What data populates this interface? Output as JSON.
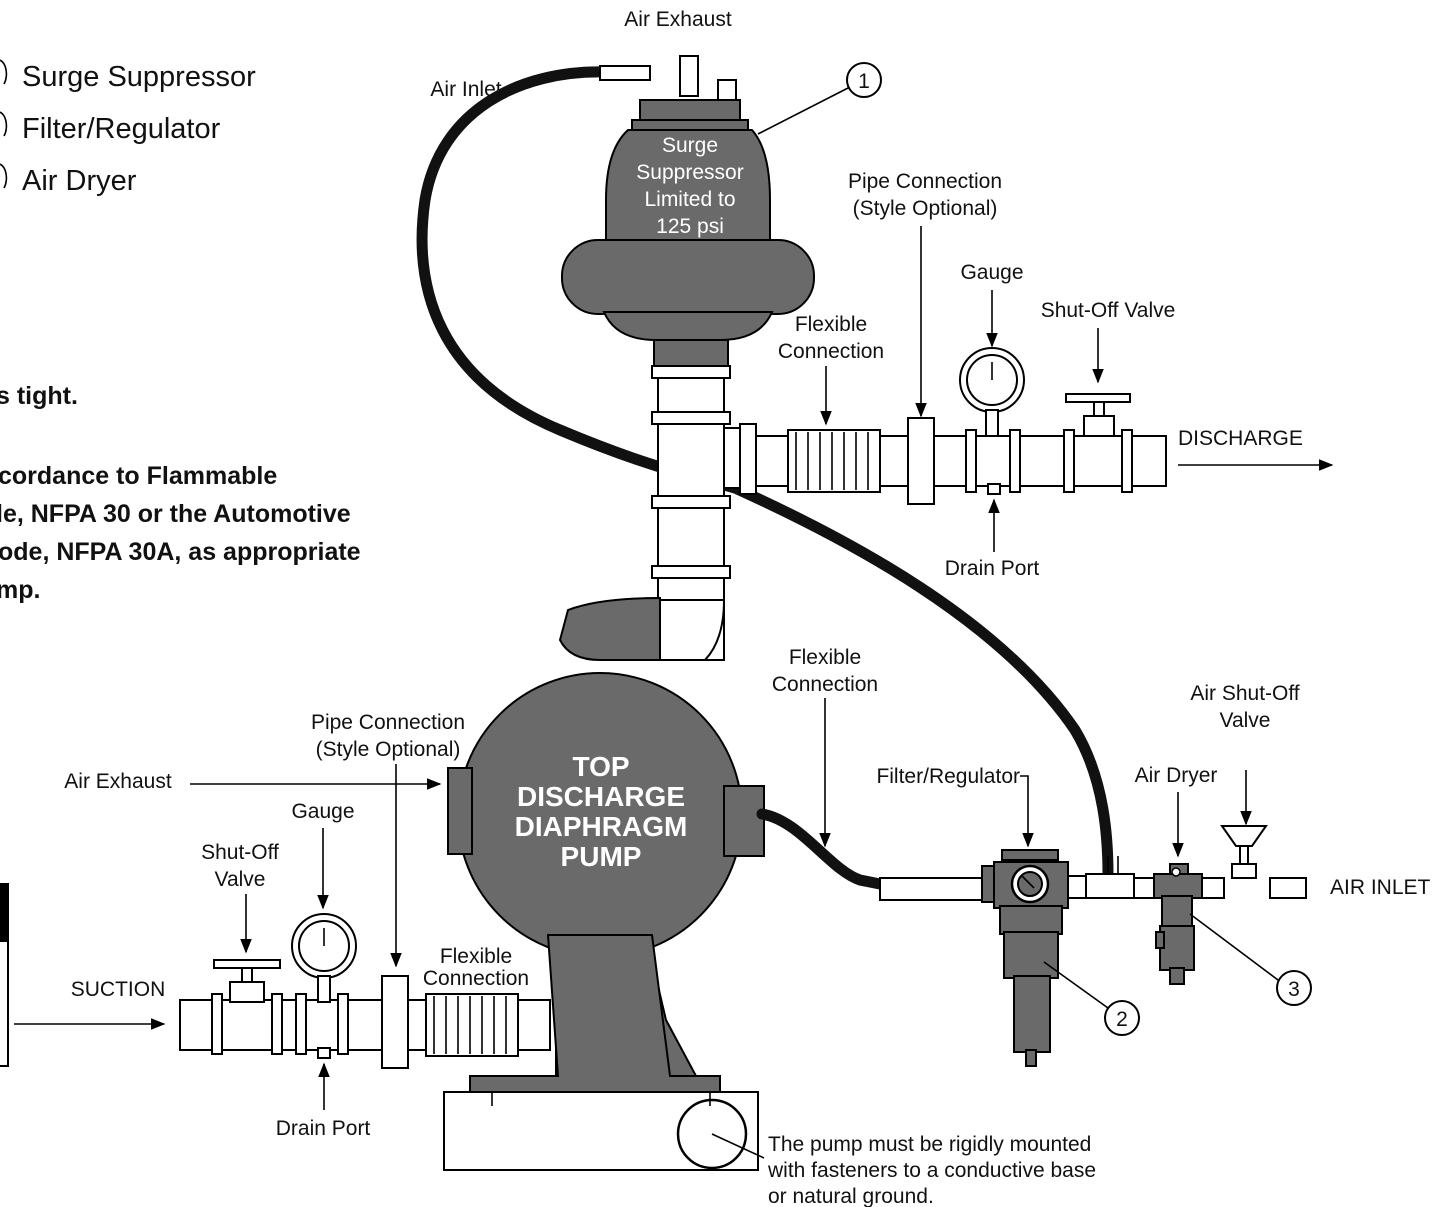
{
  "legend": {
    "items": [
      {
        "label": "Surge Suppressor"
      },
      {
        "label": "Filter/Regulator"
      },
      {
        "label": "Air Dryer"
      }
    ]
  },
  "notes": {
    "line1": "s tight.",
    "line2": "cordance to Flammable",
    "line3": "le, NFPA 30 or the Automotive",
    "line4": "ode, NFPA 30A, as appropriate",
    "line5": "mp."
  },
  "top": {
    "air_exhaust": "Air Exhaust",
    "air_inlet": "Air Inlet",
    "callout_1": "1",
    "surge_line1": "Surge",
    "surge_line2": "Suppressor",
    "surge_line3": "Limited to",
    "surge_line4": "125 psi"
  },
  "discharge": {
    "pipe_connection_1": "Pipe Connection",
    "pipe_connection_2": "(Style Optional)",
    "gauge": "Gauge",
    "shutoff_valve": "Shut-Off Valve",
    "flexible_1": "Flexible",
    "flexible_2": "Connection",
    "discharge_label": "DISCHARGE",
    "drain_port": "Drain Port"
  },
  "pump": {
    "line1": "TOP",
    "line2": "DISCHARGE",
    "line3": "DIAPHRAGM",
    "line4": "PUMP",
    "mount_note_1": "The pump must be rigidly mounted",
    "mount_note_2": "with fasteners to a conductive base",
    "mount_note_3": "or natural ground."
  },
  "air_line": {
    "flexible_1": "Flexible",
    "flexible_2": "Connection",
    "air_shutoff_1": "Air Shut-Off",
    "air_shutoff_2": "Valve",
    "air_dryer": "Air Dryer",
    "filter_regulator": "Filter/Regulator",
    "air_inlet_label": "AIR INLET",
    "callout_2": "2",
    "callout_3": "3"
  },
  "suction": {
    "pipe_connection_1": "Pipe Connection",
    "pipe_connection_2": "(Style Optional)",
    "air_exhaust": "Air Exhaust",
    "gauge": "Gauge",
    "shutoff_1": "Shut-Off",
    "shutoff_2": "Valve",
    "flexible_1": "Flexible",
    "flexible_2": "Connection",
    "suction_label": "SUCTION",
    "drain_port": "Drain Port"
  }
}
